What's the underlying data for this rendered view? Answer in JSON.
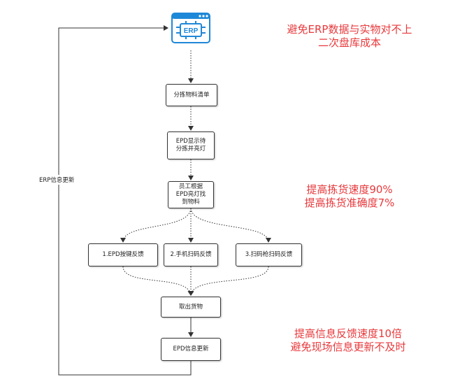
{
  "erp_icon": {
    "label": "ERP",
    "name": "erp-system-icon"
  },
  "nodes": {
    "pick_list": "分拣物料清单",
    "epd_display": "EPD显示待\n分拣并亮灯",
    "staff_pick": "员工根据\nEPD亮灯找\n到物料",
    "feedback_button": "1.EPD按键反馈",
    "feedback_phone": "2.手机扫码反馈",
    "feedback_gun": "3.扫码枪扫码反馈",
    "take_goods": "取出货物",
    "epd_update": "EPD信息更新"
  },
  "loop_label": "ERP信息更新",
  "notes": {
    "top": "避免ERP数据与实物对不上\n二次盘库成本",
    "middle": "提高拣货速度90%\n提高拣货准确度7%",
    "bottom": "提高信息反馈速度10倍\n避免现场信息更新不及时"
  },
  "colors": {
    "note": "#e8393c",
    "erp_blue": "#1e88d8",
    "line": "#333333"
  }
}
